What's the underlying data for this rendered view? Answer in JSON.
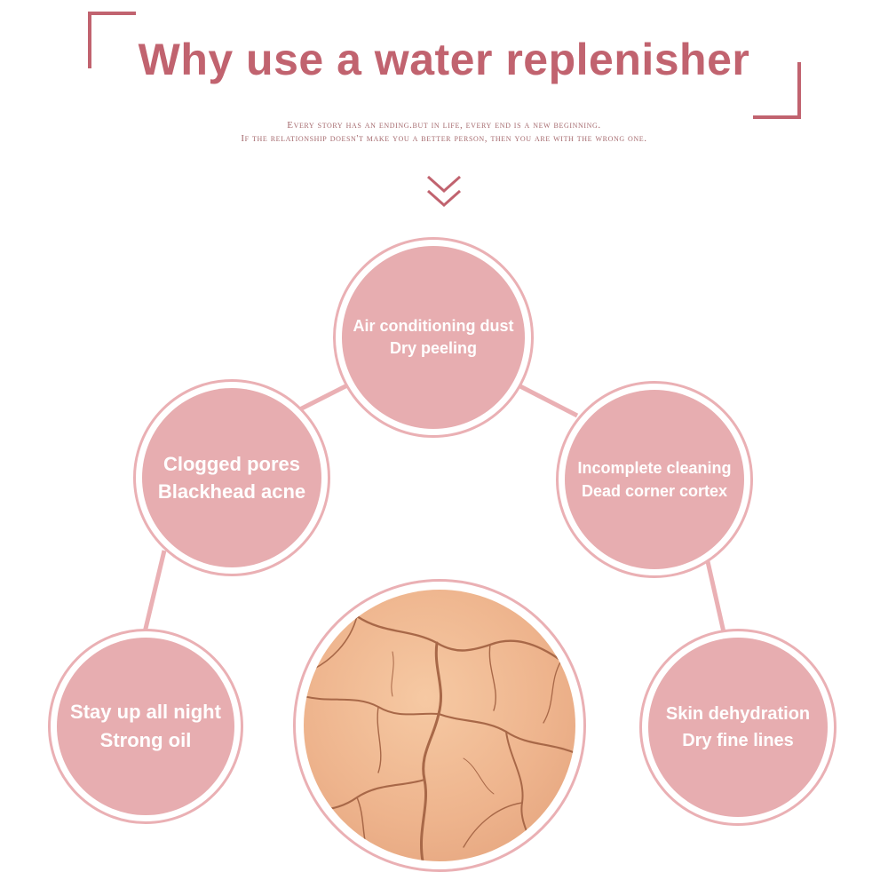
{
  "title": "Why use a water replenisher",
  "subtitle_line1": "Every story has an ending.but in life, every end is a new beginning.",
  "subtitle_line2": "If the relationship doesn't make you a better person, then you are with the wrong one.",
  "icons": {
    "chevron": "double-chevron-down-icon",
    "photo": "cracked-dry-skin"
  },
  "colors": {
    "accent": "#c1636f",
    "circle_fill": "#e7adb0",
    "circle_outline": "#eab0b4"
  },
  "circles": {
    "top": {
      "line1": "Air conditioning dust",
      "line2": "Dry peeling"
    },
    "upper_left": {
      "line1": "Clogged pores",
      "line2": "Blackhead acne"
    },
    "upper_right": {
      "line1": "Incomplete cleaning",
      "line2": "Dead corner cortex"
    },
    "lower_left": {
      "line1": "Stay up all night",
      "line2": "Strong oil"
    },
    "lower_right": {
      "line1": "Skin dehydration",
      "line2": "Dry fine lines"
    }
  }
}
